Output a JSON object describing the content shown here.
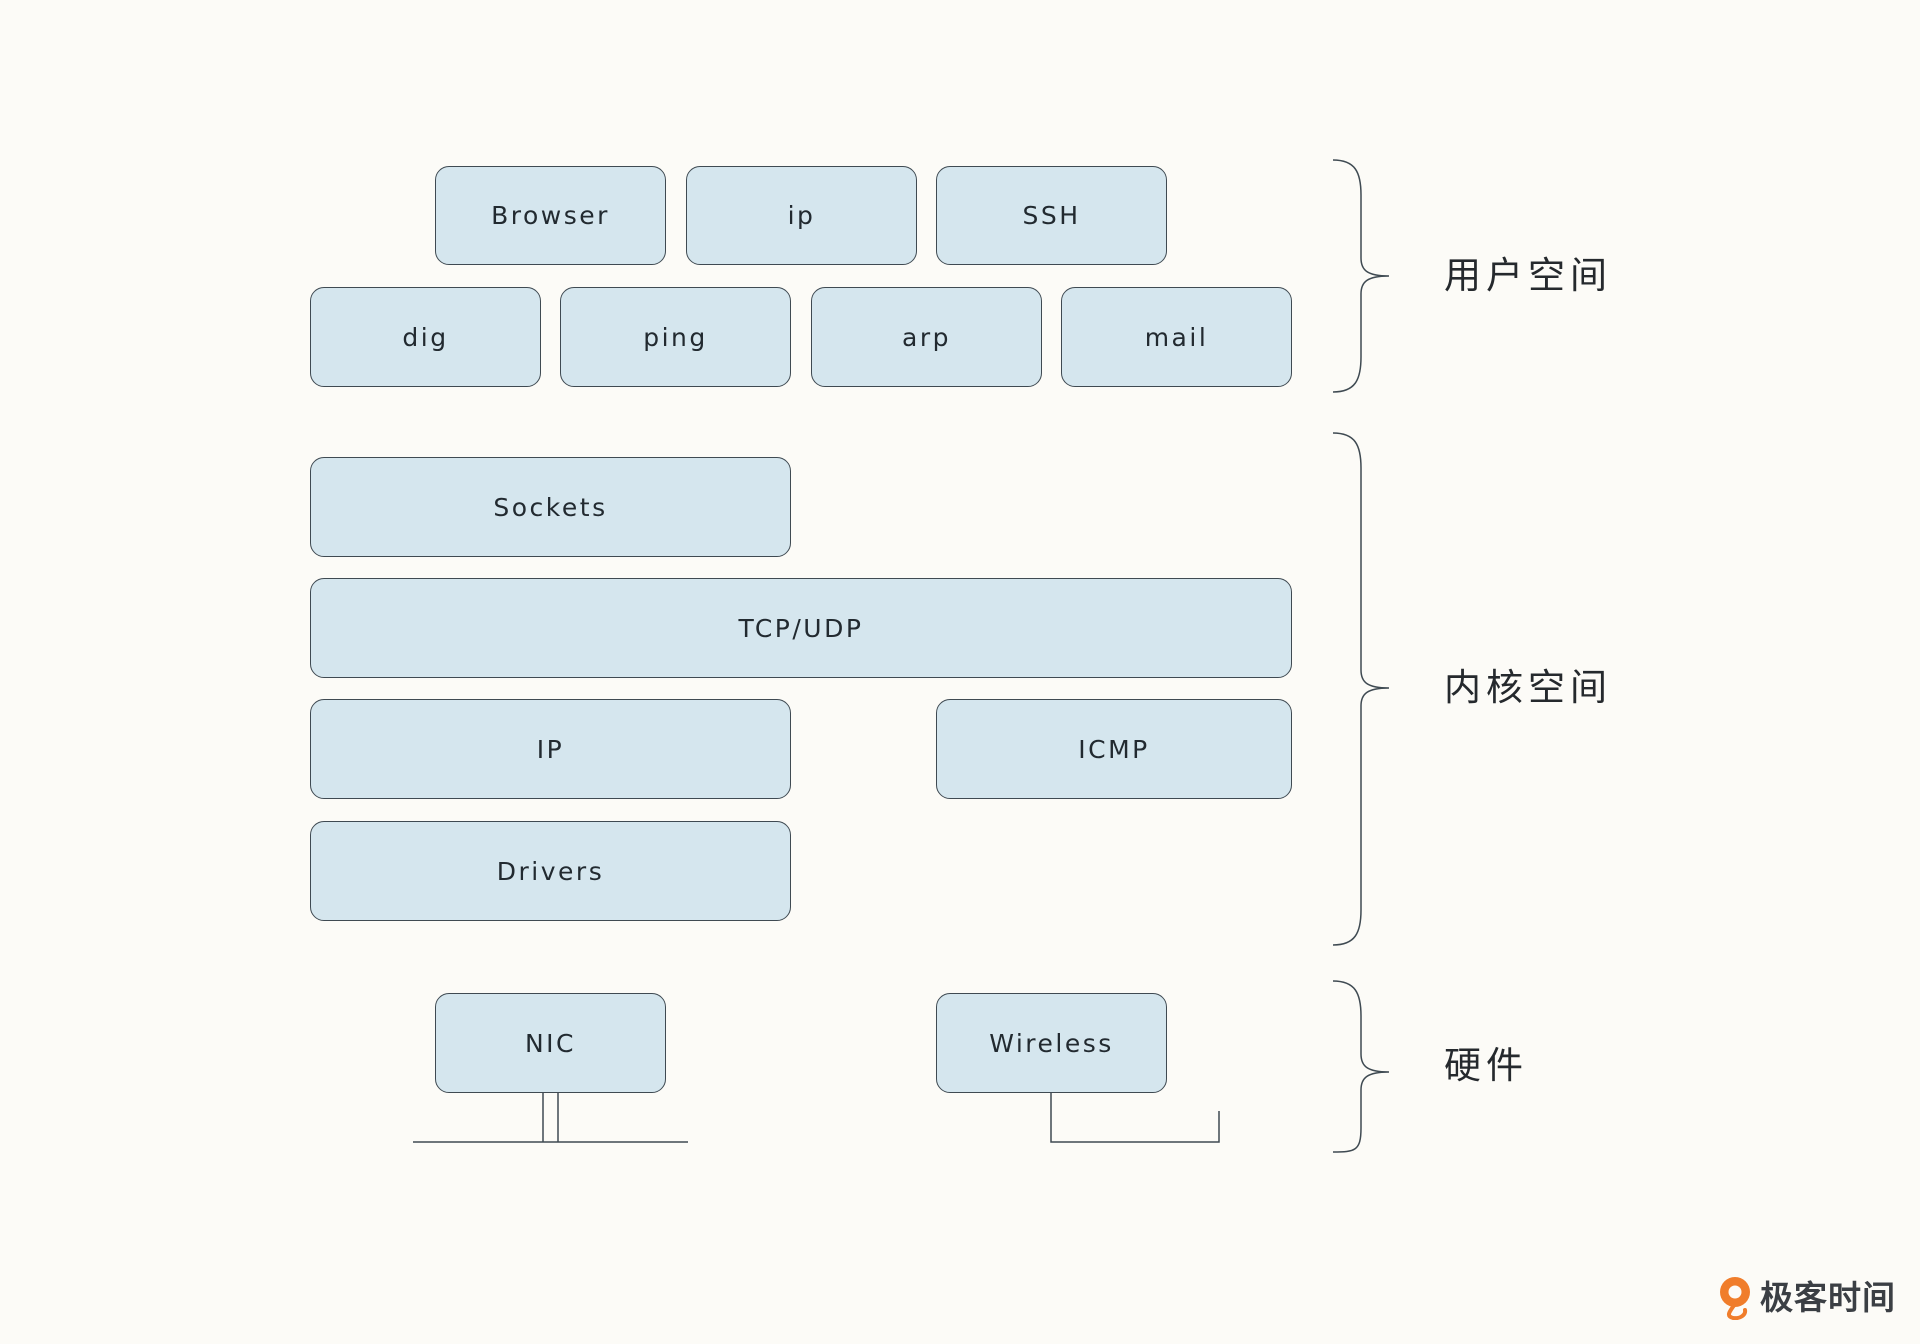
{
  "user_space": {
    "label": "用户空间",
    "row1": [
      "Browser",
      "ip",
      "SSH"
    ],
    "row2": [
      "dig",
      "ping",
      "arp",
      "mail"
    ]
  },
  "kernel_space": {
    "label": "内核空间",
    "sockets": "Sockets",
    "transport": "TCP/UDP",
    "network": "IP",
    "icmp": "ICMP",
    "drivers": "Drivers"
  },
  "hardware": {
    "label": "硬件",
    "nic": "NIC",
    "wireless": "Wireless"
  },
  "logo": {
    "text": "极客时间",
    "icon": "geektime-logo-icon"
  },
  "colors": {
    "background": "#fcfbf7",
    "box_fill": "#d5e6ee",
    "box_border": "#3f4a52",
    "logo_accent": "#f07d2b"
  }
}
